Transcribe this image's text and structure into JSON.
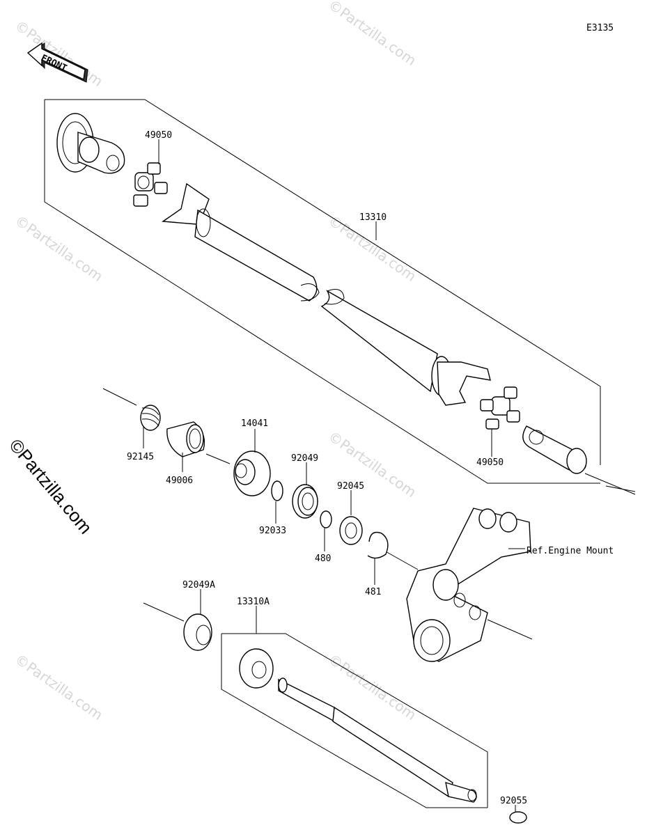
{
  "diagram_code": "E3135",
  "front_label": "FRONT",
  "watermark": "©Partzilla.com",
  "reference_label": "Ref.Engine Mount",
  "callouts": [
    {
      "id": "c-49050-top",
      "label": "49050"
    },
    {
      "id": "c-13310",
      "label": "13310"
    },
    {
      "id": "c-49050-bottom",
      "label": "49050"
    },
    {
      "id": "c-92145",
      "label": "92145"
    },
    {
      "id": "c-49006",
      "label": "49006"
    },
    {
      "id": "c-14041",
      "label": "14041"
    },
    {
      "id": "c-92049",
      "label": "92049"
    },
    {
      "id": "c-92033",
      "label": "92033"
    },
    {
      "id": "c-92045",
      "label": "92045"
    },
    {
      "id": "c-480",
      "label": "480"
    },
    {
      "id": "c-481",
      "label": "481"
    },
    {
      "id": "c-92049A",
      "label": "92049A"
    },
    {
      "id": "c-13310A",
      "label": "13310A"
    },
    {
      "id": "c-92055",
      "label": "92055"
    }
  ]
}
